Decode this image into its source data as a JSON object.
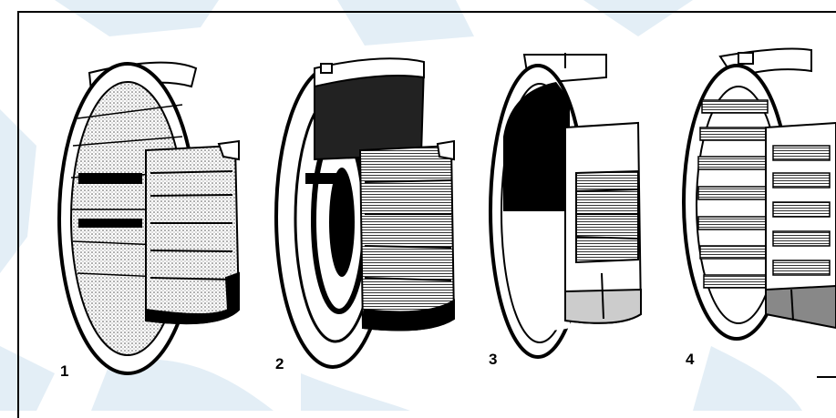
{
  "figure": {
    "items": [
      {
        "label": "1",
        "icon": "needle-roller-bearing-icon"
      },
      {
        "label": "2",
        "icon": "needle-roller-bearing-icon"
      },
      {
        "label": "3",
        "icon": "needle-roller-bearing-icon"
      },
      {
        "label": "4",
        "icon": "needle-roller-bearing-icon"
      }
    ]
  },
  "colors": {
    "ink": "#000000",
    "paper": "#ffffff",
    "watermark": "#e3eef6"
  }
}
